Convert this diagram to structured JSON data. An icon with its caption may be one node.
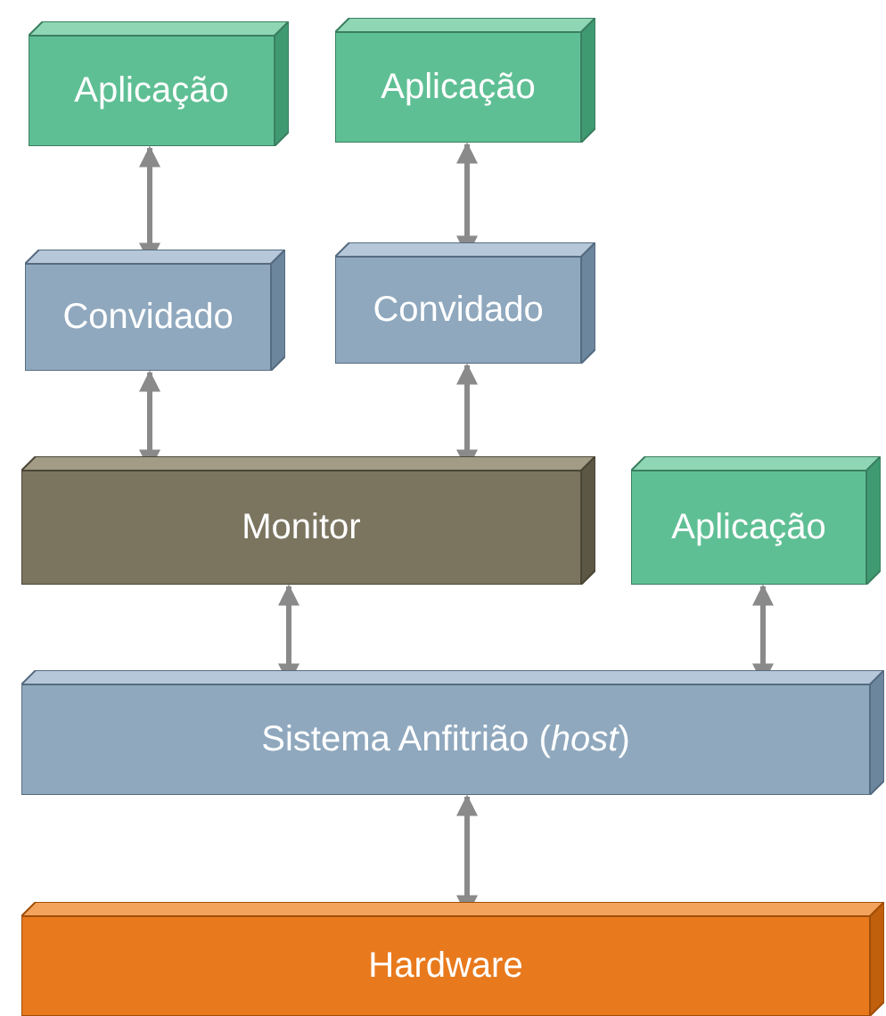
{
  "diagram": {
    "nodes": [
      {
        "text": [
          "Aplicação"
        ]
      },
      {
        "text": [
          "Aplicação"
        ]
      },
      {
        "text": [
          "Convidado"
        ]
      },
      {
        "text": [
          "Convidado"
        ]
      },
      {
        "text": [
          "Monitor"
        ]
      },
      {
        "text": [
          "Aplicação"
        ]
      },
      {
        "text": [
          "Sistema Anfitrião (*host*)"
        ]
      },
      {
        "text": [
          "Hardware"
        ]
      }
    ],
    "edges": [
      {
        "from": 0,
        "to": 2,
        "arrow": "both"
      },
      {
        "from": 1,
        "to": 3,
        "arrow": "both"
      },
      {
        "from": 2,
        "to": 4,
        "arrow": "both"
      },
      {
        "from": 3,
        "to": 4,
        "arrow": "both"
      },
      {
        "from": 4,
        "to": 6,
        "arrow": "both"
      },
      {
        "from": 5,
        "to": 6,
        "arrow": "both"
      },
      {
        "from": 6,
        "to": 7,
        "arrow": "both"
      }
    ]
  }
}
